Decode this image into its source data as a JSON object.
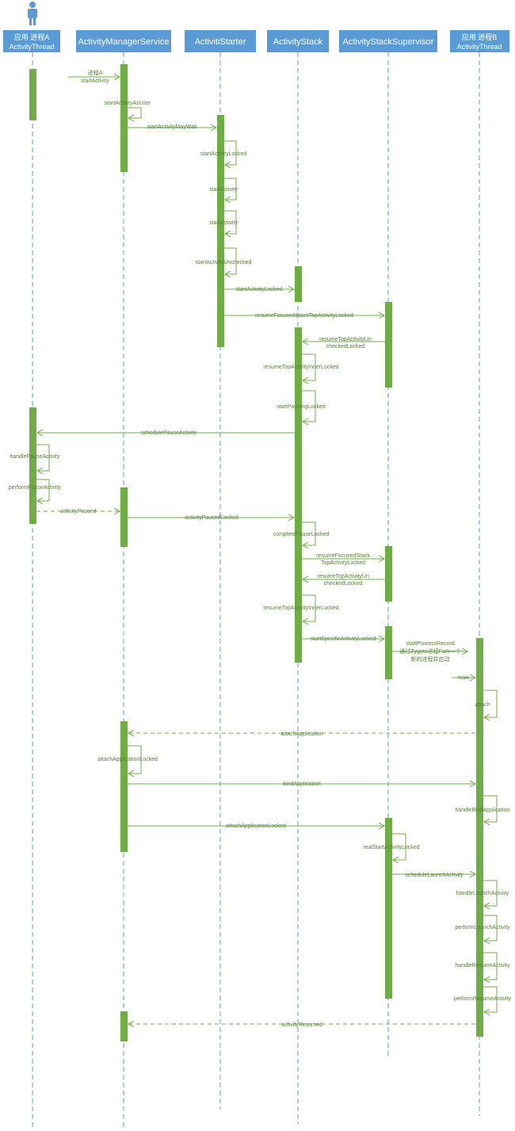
{
  "participants": [
    {
      "id": "appA",
      "line1": "应用 进程A",
      "line2": "ActivityThread"
    },
    {
      "id": "ams",
      "line1": "ActivityManagerService",
      "line2": ""
    },
    {
      "id": "starter",
      "line1": "ActivitiStarter",
      "line2": ""
    },
    {
      "id": "stack",
      "line1": "ActivityStack",
      "line2": ""
    },
    {
      "id": "supervisor",
      "line1": "ActivityStackSupervisor",
      "line2": ""
    },
    {
      "id": "appB",
      "line1": "应用 进程B",
      "line2": "ActivityThread"
    }
  ],
  "messages": [
    {
      "id": "m1",
      "lines": [
        "进程A",
        "startActivity"
      ]
    },
    {
      "id": "m2",
      "lines": [
        "startActivityAsUser"
      ]
    },
    {
      "id": "m3",
      "lines": [
        "startActivityMayWait"
      ]
    },
    {
      "id": "m4",
      "lines": [
        "startActivityLocked"
      ]
    },
    {
      "id": "m5",
      "lines": [
        "startActivity"
      ]
    },
    {
      "id": "m6",
      "lines": [
        "startActivity"
      ]
    },
    {
      "id": "m7",
      "lines": [
        "startActivityUnchecked"
      ]
    },
    {
      "id": "m8",
      "lines": [
        "startActivityLocked"
      ]
    },
    {
      "id": "m9",
      "lines": [
        "resumeFocusedStackTopActivityLocked"
      ]
    },
    {
      "id": "m10",
      "lines": [
        "resumeTopActivityUn",
        "checkedLocked"
      ]
    },
    {
      "id": "m11",
      "lines": [
        "resumeTopActivityInnerLocked"
      ]
    },
    {
      "id": "m12",
      "lines": [
        "startPausingLocked"
      ]
    },
    {
      "id": "m13",
      "lines": [
        "schedulePauseActivity"
      ]
    },
    {
      "id": "m14",
      "lines": [
        "handlePauseActivity"
      ]
    },
    {
      "id": "m15",
      "lines": [
        "performPauseActivity"
      ]
    },
    {
      "id": "m16",
      "lines": [
        "activityPaused"
      ]
    },
    {
      "id": "m17",
      "lines": [
        "activityPausedLocked"
      ]
    },
    {
      "id": "m18",
      "lines": [
        "completePauseLocked"
      ]
    },
    {
      "id": "m19",
      "lines": [
        "resumeFocusedStack",
        "TopActivityLocked"
      ]
    },
    {
      "id": "m20",
      "lines": [
        "resumeTopActivityUn",
        "checkedLocked"
      ]
    },
    {
      "id": "m21",
      "lines": [
        "resumeTopActivityInnerLocked"
      ]
    },
    {
      "id": "m22",
      "lines": [
        "startSpecificActivityLocked"
      ]
    },
    {
      "id": "m23",
      "lines": [
        "startProcessRecord",
        "通过Zygote进程Fork一个",
        "新的进程并启动"
      ]
    },
    {
      "id": "m24",
      "lines": [
        "main"
      ]
    },
    {
      "id": "m25",
      "lines": [
        "attach"
      ]
    },
    {
      "id": "m26",
      "lines": [
        "attachApplication"
      ]
    },
    {
      "id": "m27",
      "lines": [
        "attachApplicationLocked"
      ]
    },
    {
      "id": "m28",
      "lines": [
        "bindApplication"
      ]
    },
    {
      "id": "m29",
      "lines": [
        "handleBindApplication"
      ]
    },
    {
      "id": "m30",
      "lines": [
        "attachApplicationLocked"
      ]
    },
    {
      "id": "m31",
      "lines": [
        "realStartActivityLocked"
      ]
    },
    {
      "id": "m32",
      "lines": [
        "scheduleLaunchActivity"
      ]
    },
    {
      "id": "m33",
      "lines": [
        "handleLaunchActivity"
      ]
    },
    {
      "id": "m34",
      "lines": [
        "performLaunchActivity"
      ]
    },
    {
      "id": "m35",
      "lines": [
        "handleResumeActivity"
      ]
    },
    {
      "id": "m36",
      "lines": [
        "performResumeActivity"
      ]
    },
    {
      "id": "m37",
      "lines": [
        "activityResumed"
      ]
    }
  ]
}
